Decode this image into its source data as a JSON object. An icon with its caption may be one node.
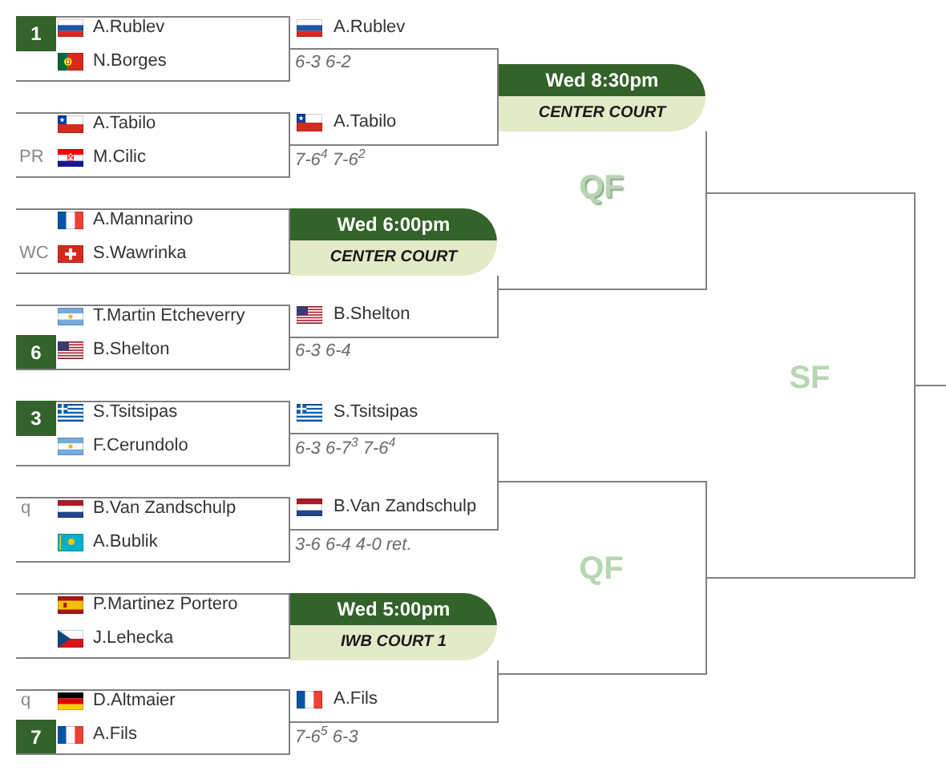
{
  "diagram": {
    "nodes": [
      {
        "text": [
          "A.Rublev",
          "N.Borges"
        ]
      },
      {
        "text": [
          "1"
        ],
        "in": 0
      },
      {
        "text": [
          "A.Tabilo",
          "M.Cilic"
        ]
      },
      {
        "text": [
          "A.Mannarino",
          "S.Wawrinka"
        ]
      },
      {
        "text": [
          "T.Martin Etcheverry",
          "B.Shelton"
        ]
      },
      {
        "text": [
          "6"
        ],
        "in": 4
      },
      {
        "text": [
          "S.Tsitsipas",
          "F.Cerundolo"
        ]
      },
      {
        "text": [
          "3"
        ],
        "in": 6
      },
      {
        "text": [
          "B.Van Zandschulp",
          "A.Bublik"
        ]
      },
      {
        "text": [
          "P.Martinez Portero",
          "J.Lehecka"
        ]
      },
      {
        "text": [
          "D.Altmaier",
          "A.Fils"
        ]
      },
      {
        "text": [
          "7"
        ],
        "in": 10
      },
      {
        "text": [
          "6-3 6-2",
          "A.Tabilo"
        ],
        "beside": [
          "A.Rublev",
          "7-6$^{4}$ 7-6$^{2}$"
        ]
      },
      {
        "text": [
          "Wed 6:00pm",
          "CENTER COURT"
        ]
      },
      {
        "text": [
          "B.Shelton"
        ],
        "beside": [
          "6-3 6-4"
        ]
      },
      {
        "text": [
          "6-3 6-7$^{3}$ 7-6$^{4}$",
          "B.Van Zandschulp"
        ],
        "beside": [
          "S.Tsitsipas",
          "3-6 6-4 4-0 ret."
        ]
      },
      {
        "text": [
          "Wed 5:00pm",
          "IWB COURT 1"
        ]
      },
      {
        "text": [
          "A.Fils"
        ],
        "beside": [
          "7-6$^{5}$ 6-3"
        ]
      },
      {
        "text": [
          "Wed 8:30pm",
          "CENTER COURT"
        ]
      },
      {
        "text": [
          "QF"
        ]
      },
      {
        "text": [
          "QF"
        ]
      },
      {
        "text": [
          "SF"
        ]
      }
    ],
    "labels": [
      "PR",
      "WC",
      "q",
      "q"
    ]
  }
}
